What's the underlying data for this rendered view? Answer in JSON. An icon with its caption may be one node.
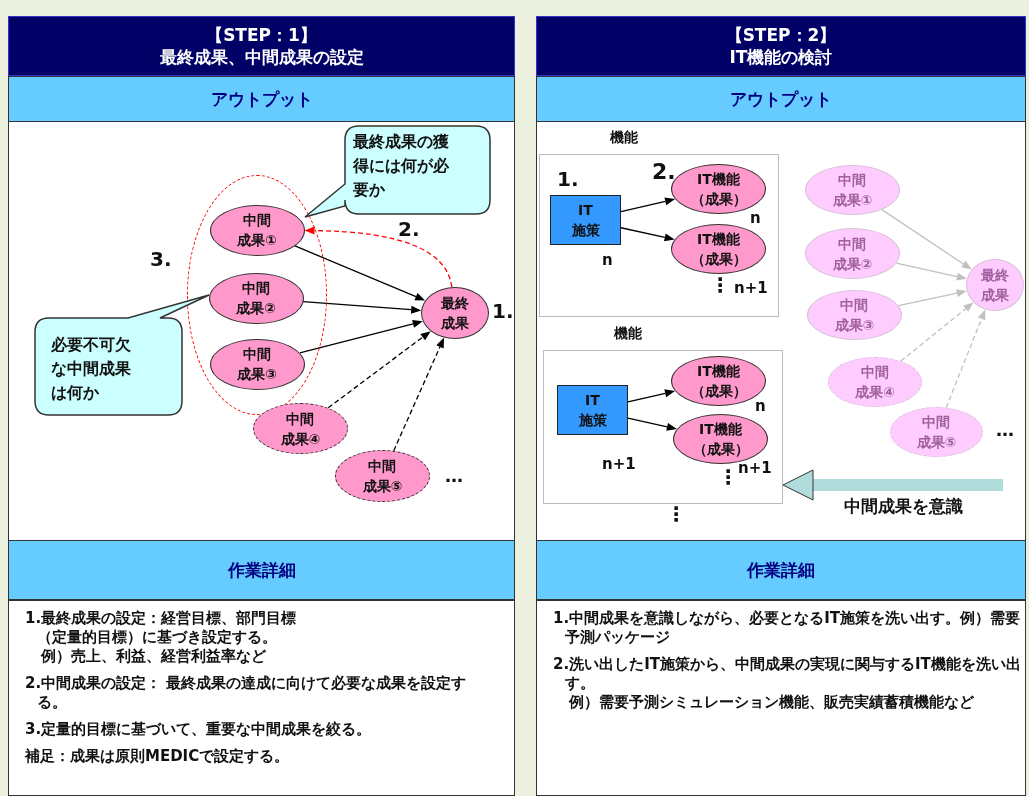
{
  "diagram": {
    "nodes": [
      {
        "text": [
          "【STEP：1】",
          "最終成果、中間成果の設定"
        ]
      },
      {
        "text": [
          "アウトプット"
        ]
      },
      {
        "text": [
          "最終成果の獲得には何が必要か"
        ]
      },
      {
        "text": [],
        "shape": "ellipse"
      },
      {
        "text": [
          "中間成果①"
        ],
        "in": 3
      },
      {
        "text": [
          "中間成果②"
        ],
        "in": 3
      },
      {
        "text": [
          "中間成果③"
        ],
        "in": 3
      },
      {
        "text": [
          "最終成果"
        ]
      },
      {
        "text": [
          "必要不可欠な中間成果は何か"
        ]
      },
      {
        "text": [
          "中間成果④"
        ]
      },
      {
        "text": [
          "中間成果⑤"
        ]
      },
      {
        "text": [
          "作業詳細"
        ]
      },
      {
        "text": [
          "1.最終成果の設定：経営目標、部門目標（定量的目標）に基づき設定する。",
          "例）売上、利益、経営利益率など",
          "2.中間成果の設定： 最終成果の達成に向けて必要な成果を設定する。",
          "3.定量的目標に基づいて、重要な中間成果を絞る。",
          "補足：成果は原則MEDICで設定する。"
        ]
      },
      {
        "text": [
          "【STEP：2】",
          "IT機能の検討"
        ]
      },
      {
        "text": [
          "アウトプット"
        ]
      },
      {
        "text": [
          "機能"
        ]
      },
      {
        "text": [
          "IT施策"
        ],
        "in": 15
      },
      {
        "text": [
          "IT機能（成果）"
        ],
        "in": 15
      },
      {
        "text": [
          "IT機能（成果）"
        ],
        "in": 15
      },
      {
        "text": [
          "機能"
        ]
      },
      {
        "text": [
          "IT施策"
        ],
        "in": 19
      },
      {
        "text": [
          "IT機能（成果）"
        ],
        "in": 19
      },
      {
        "text": [
          "IT機能（成果）"
        ],
        "in": 19
      },
      {
        "text": [
          "中間成果①"
        ]
      },
      {
        "text": [
          "中間成果②"
        ]
      },
      {
        "text": [
          "中間成果③"
        ]
      },
      {
        "text": [
          "最終成果"
        ]
      },
      {
        "text": [
          "中間成果④"
        ]
      },
      {
        "text": [
          "中間成果⑤"
        ]
      },
      {
        "text": [
          "作業詳細"
        ]
      },
      {
        "text": [
          "1.中間成果を意識しながら、必要となるIT施策を洗い出す。例）需要予測パッケージ",
          "2.洗い出したIT施策から、中間成果の実現に関与するIT機能を洗い出す。",
          "例）需要予測シミュレーション機能、販売実績蓄積機能など"
        ]
      }
    ],
    "edges": [
      {
        "from": 4,
        "to": 7,
        "arrow": "to"
      },
      {
        "from": 5,
        "to": 7,
        "arrow": "to"
      },
      {
        "from": 6,
        "to": 7,
        "arrow": "to"
      },
      {
        "from": 9,
        "to": 7,
        "arrow": "to",
        "style": "dashed"
      },
      {
        "from": 10,
        "to": 7,
        "arrow": "to",
        "style": "dashed"
      },
      {
        "from": 7,
        "to": 4,
        "arrow": "to",
        "style": "dashed",
        "color": "#ff0000"
      },
      {
        "from": 16,
        "to": 17,
        "arrow": "to"
      },
      {
        "from": 16,
        "to": 18,
        "arrow": "to"
      },
      {
        "from": 20,
        "to": 21,
        "arrow": "to"
      },
      {
        "from": 20,
        "to": 22,
        "arrow": "to"
      },
      {
        "from": 23,
        "to": 26,
        "arrow": "to",
        "color": "#c0c0c0"
      },
      {
        "from": 24,
        "to": 26,
        "arrow": "to",
        "color": "#c0c0c0"
      },
      {
        "from": 25,
        "to": 26,
        "arrow": "to",
        "color": "#c0c0c0"
      },
      {
        "from": 27,
        "to": 26,
        "arrow": "to",
        "style": "dashed",
        "color": "#c0c0c0"
      },
      {
        "from": 28,
        "to": 26,
        "arrow": "to",
        "style": "dashed",
        "color": "#c0c0c0"
      },
      {
        "from": null,
        "to": 19,
        "arrow": "to",
        "label": "中間成果を意識",
        "style": "thick",
        "color": "#b0dcdc"
      }
    ],
    "labels": [
      "2.",
      "3.",
      "1.",
      "…",
      "1.",
      "2.",
      "n",
      "n",
      "⋮",
      "n+1",
      "n",
      "n+1",
      "⋮",
      "n+1",
      "⋮",
      "…"
    ]
  }
}
